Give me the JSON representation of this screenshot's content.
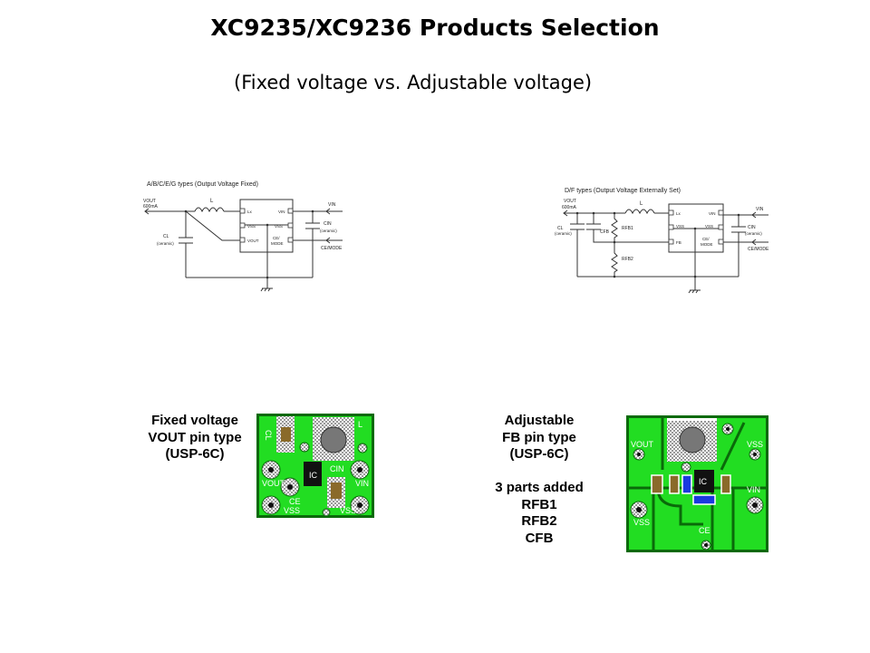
{
  "title": "XC9235/XC9236 Products Selection",
  "subtitle": "(Fixed voltage vs. Adjustable voltage)",
  "fixed_schematic": {
    "title": "A/B/C/E/G types (Output Voltage Fixed)",
    "vout": "VOUT",
    "current": "600mA",
    "inductor": "L",
    "cl": "CL",
    "cl_note": "(ceramic)",
    "pins_left": [
      "Lx",
      "VSS",
      "VOUT"
    ],
    "pins_right": [
      "VIN",
      "VSS",
      "CE/",
      "MODE"
    ],
    "vin": "VIN",
    "cin": "CIN",
    "cin_note": "(ceramic)",
    "ce_mode": "CE/MODE"
  },
  "adjustable_schematic": {
    "title": "D/F types (Output Voltage Externally Set)",
    "vout": "VOUT",
    "current": "600mA",
    "inductor": "L",
    "cl": "CL",
    "cl_note": "(ceramic)",
    "cfb": "CFB",
    "rfb1": "RFB1",
    "rfb2": "RFB2",
    "pins_left": [
      "Lx",
      "VSS",
      "FB"
    ],
    "pins_right": [
      "VIN",
      "VSS",
      "CE/",
      "MODE"
    ],
    "vin": "VIN",
    "cin": "CIN",
    "cin_note": "(ceramic)",
    "ce_mode": "CE/MODE"
  },
  "fixed_label": [
    "Fixed voltage",
    "VOUT pin type",
    "(USP-6C)"
  ],
  "adjustable_label": [
    "Adjustable",
    "FB pin type",
    "(USP-6C)",
    "",
    "3 parts added",
    "RFB1",
    "RFB2",
    "CFB"
  ],
  "fixed_pcb": {
    "cl": "CL",
    "l": "L",
    "ic": "IC",
    "cin": "CIN",
    "vout": "VOUT",
    "vin": "VIN",
    "ce": "CE",
    "vss_left": "VSS",
    "vss_right": "VSS"
  },
  "adjustable_pcb": {
    "vout": "VOUT",
    "vss_top": "VSS",
    "ic": "IC",
    "vin": "VIN",
    "vss_left": "VSS",
    "ce": "CE"
  },
  "colors": {
    "pcb_green": "#22dd22",
    "pcb_dark": "#0a6a0a",
    "cap_brown": "#8a6a2a",
    "cap_blue": "#1a3adf"
  }
}
